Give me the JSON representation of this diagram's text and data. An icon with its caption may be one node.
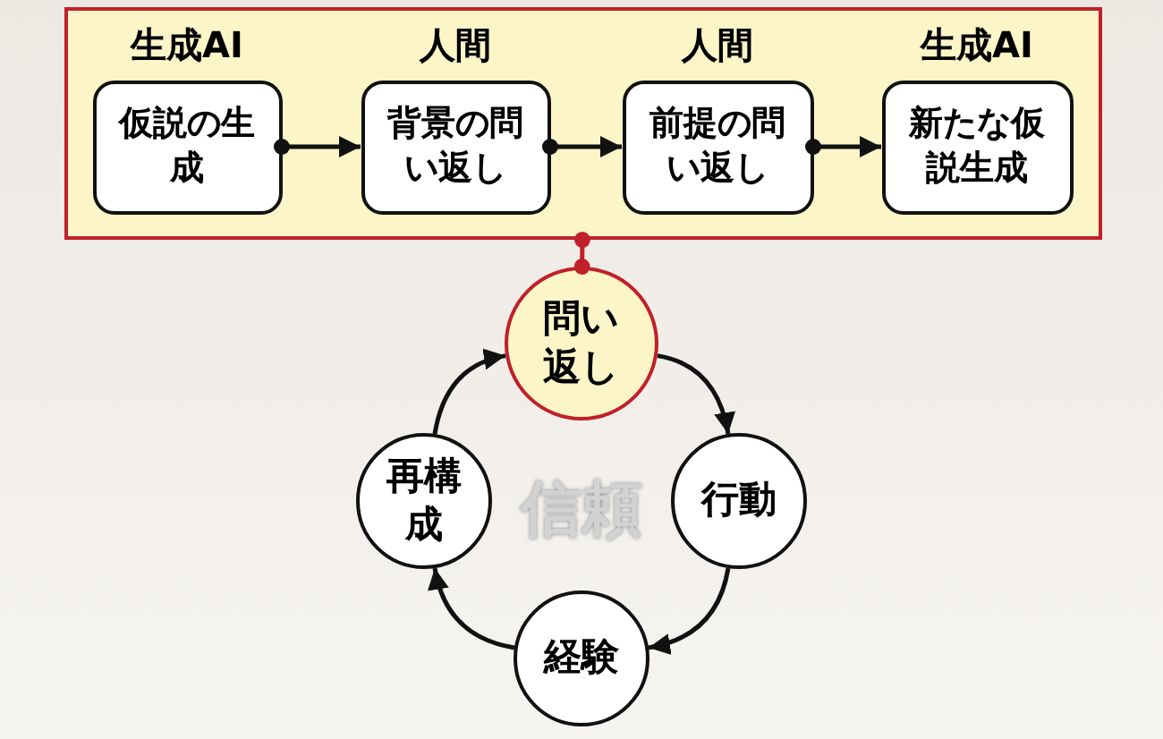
{
  "diagram": {
    "nodes": [
      {
        "text": [],
        "shape": "box"
      },
      {
        "text": [
          "生成AI",
          "仮説の生成"
        ],
        "in": 0
      },
      {
        "text": [
          "人間",
          "背景の問い返し"
        ],
        "in": 0
      },
      {
        "text": [
          "人間",
          "前提の問い返し"
        ],
        "in": 0
      },
      {
        "text": [
          "生成AI",
          "新たな仮説生成"
        ],
        "in": 0
      },
      {
        "text": [
          "問い返し"
        ]
      },
      {
        "text": [
          "行動"
        ]
      },
      {
        "text": [
          "経験"
        ]
      },
      {
        "text": [
          "再構成"
        ]
      }
    ],
    "edges": [
      {
        "from": 1,
        "to": 2,
        "arrow": "to"
      },
      {
        "from": 2,
        "to": 3,
        "arrow": "to"
      },
      {
        "from": 3,
        "to": 4,
        "arrow": "to"
      },
      {
        "from": 0,
        "to": 5,
        "arrow": "other",
        "color": "#c0202a"
      },
      {
        "from": 5,
        "to": 6,
        "arrow": "to"
      },
      {
        "from": 6,
        "to": 7,
        "arrow": "to"
      },
      {
        "from": 7,
        "to": 8,
        "arrow": "to"
      },
      {
        "from": 8,
        "to": 5,
        "arrow": "to"
      }
    ],
    "labels": [
      "信頼"
    ]
  }
}
